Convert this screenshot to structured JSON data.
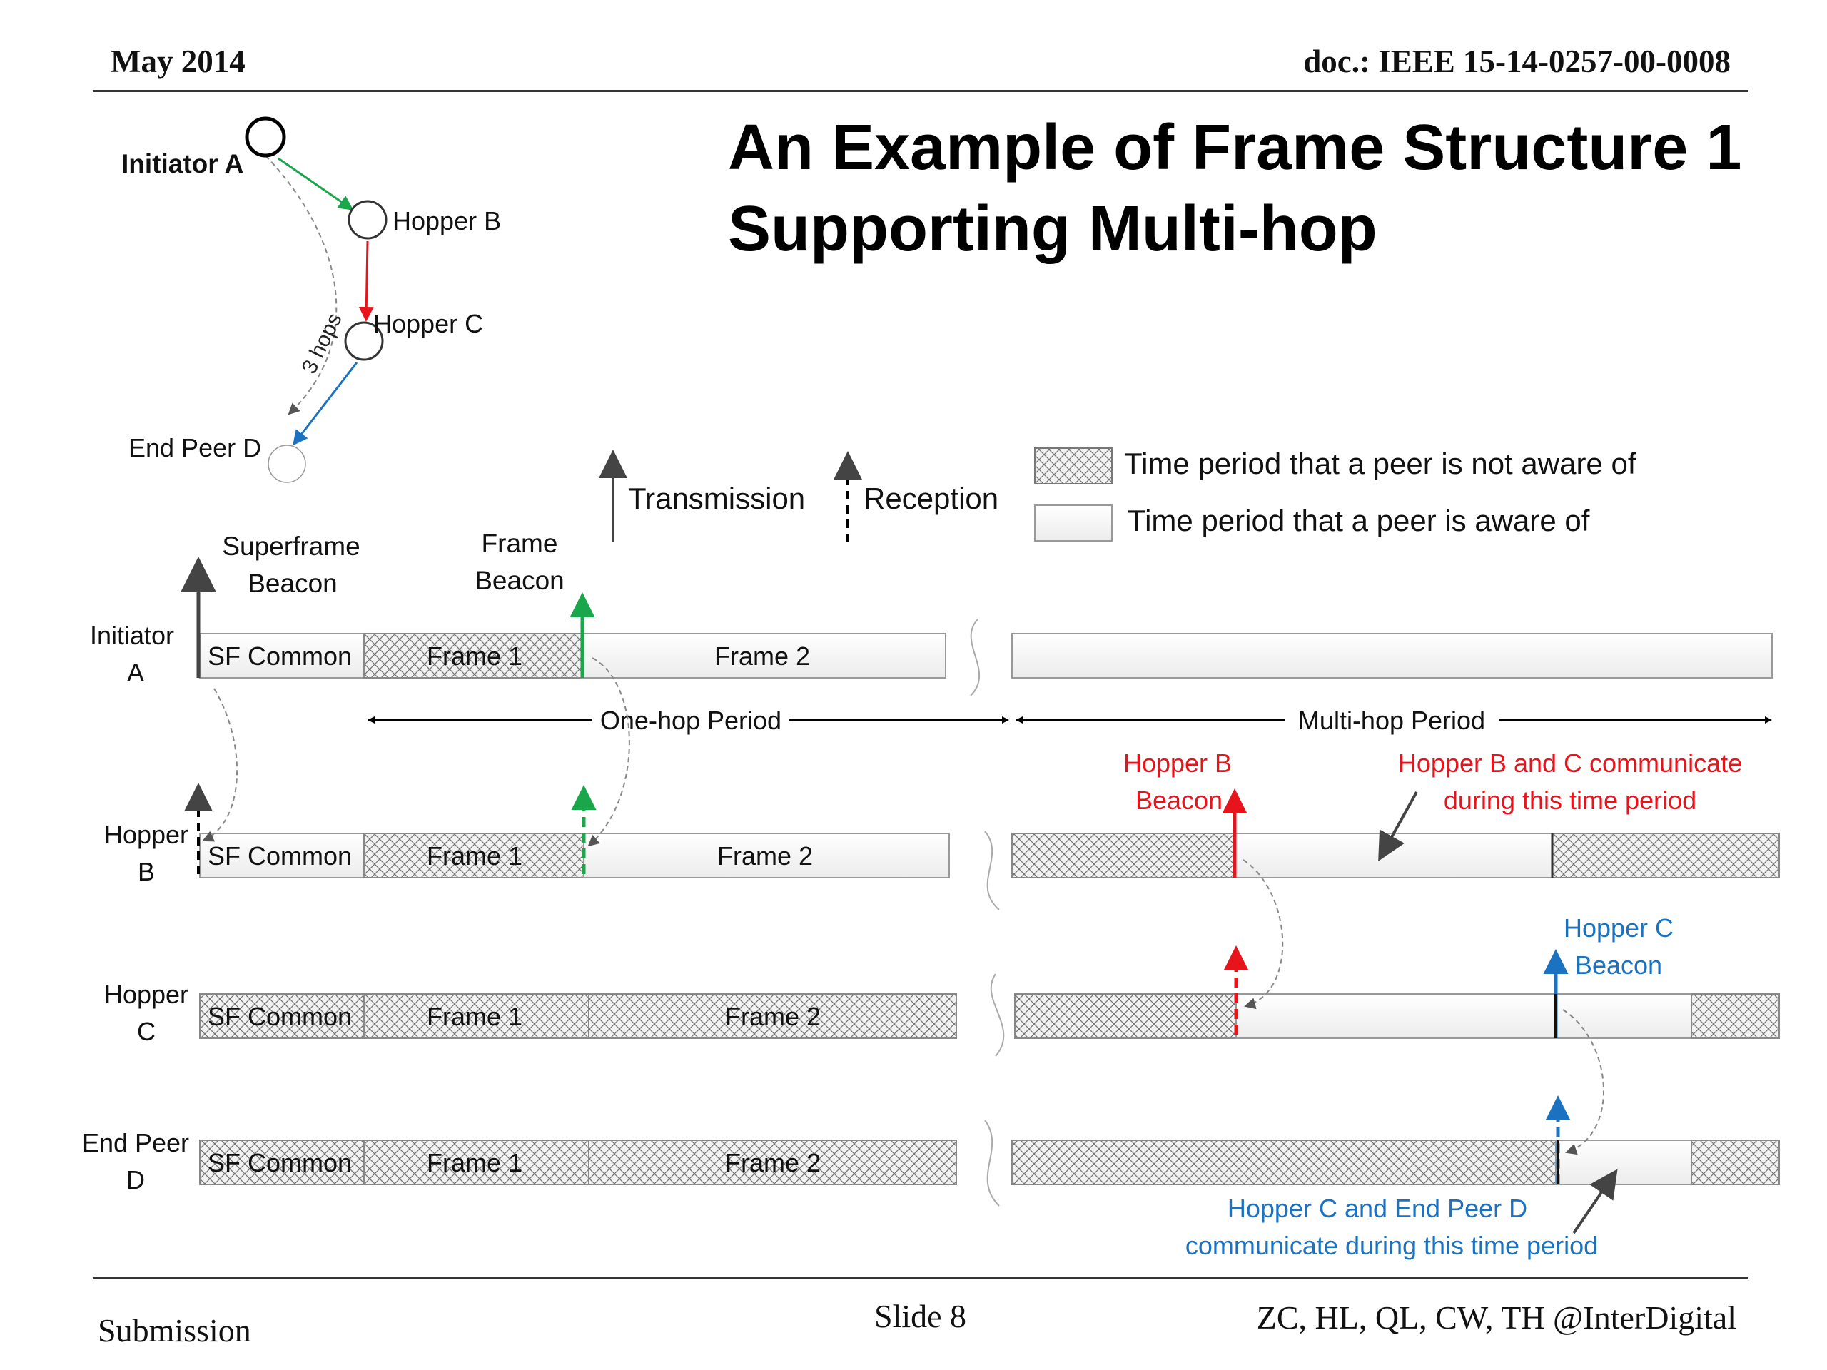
{
  "header": {
    "date": "May 2014",
    "doc_id": "doc.: IEEE 15-14-0257-00-0008"
  },
  "title": {
    "line1": "An Example of Frame Structure 1",
    "line2": "Supporting Multi-hop"
  },
  "topology": {
    "nodes": {
      "a": "Initiator A",
      "b": "Hopper B",
      "c": "Hopper C",
      "d": "End Peer D"
    },
    "hops_label": "3 hops"
  },
  "legend": {
    "transmission": "Transmission",
    "reception": "Reception",
    "not_aware": "Time period that a peer is not aware of",
    "aware": "Time period that a peer is aware of"
  },
  "timeline": {
    "superframe_beacon": [
      "Superframe",
      "Beacon"
    ],
    "frame_beacon": [
      "Frame",
      "Beacon"
    ],
    "rows": {
      "a": [
        "Initiator",
        "A"
      ],
      "b": [
        "Hopper",
        "B"
      ],
      "c": [
        "Hopper",
        "C"
      ],
      "d": [
        "End Peer",
        "D"
      ]
    },
    "segments": {
      "sf_common": "SF Common",
      "frame1": "Frame 1",
      "frame2": "Frame 2"
    },
    "one_hop_period": "One-hop Period",
    "multi_hop_period": "Multi-hop Period",
    "hopper_b_beacon": [
      "Hopper B",
      "Beacon"
    ],
    "hopper_bc_note": [
      "Hopper B and C communicate",
      "during this time period"
    ],
    "hopper_c_beacon": [
      "Hopper C",
      "Beacon"
    ],
    "hopper_cd_note": [
      "Hopper C and End Peer D",
      "communicate during this time period"
    ]
  },
  "colors": {
    "green": "#1aa64a",
    "red": "#e8141c",
    "blue": "#1b72c0",
    "arrow_dark": "#444444",
    "rule": "#333333"
  },
  "footer": {
    "left": "Submission",
    "center": "Slide 8",
    "right": "ZC, HL, QL, CW, TH @InterDigital"
  }
}
